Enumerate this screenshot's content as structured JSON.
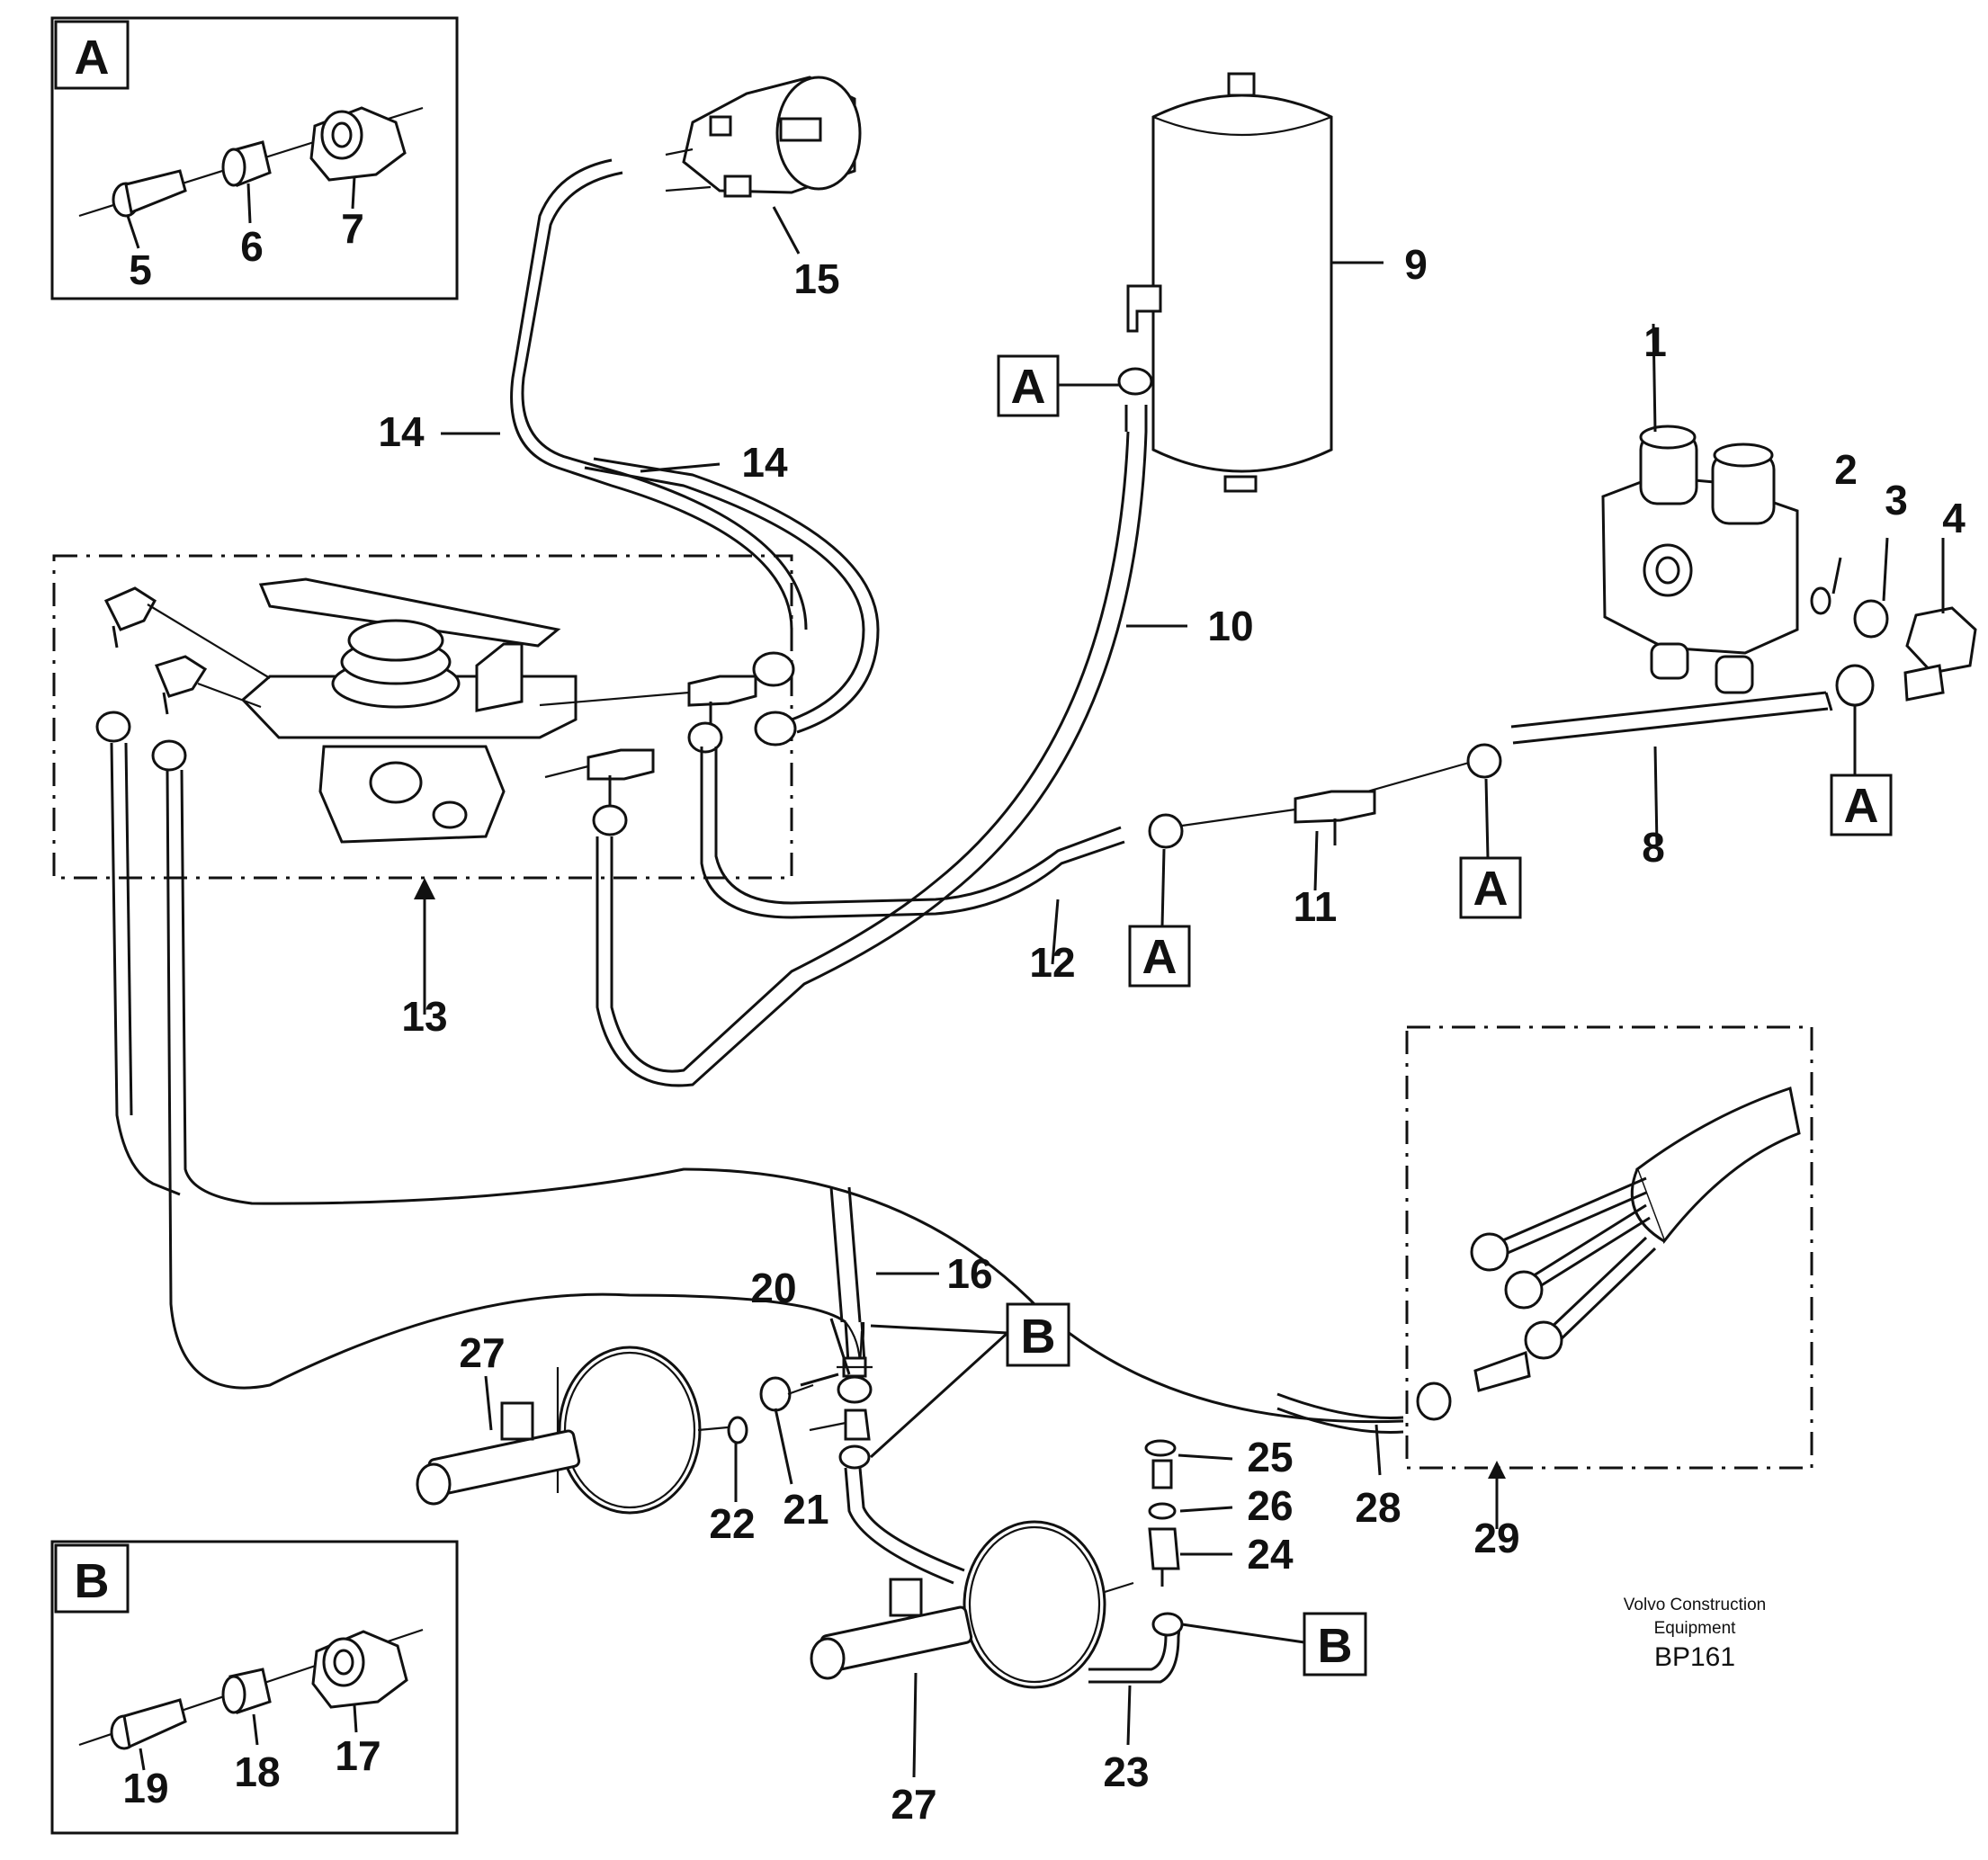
{
  "diagram": {
    "part_numbers": {
      "p1": "1",
      "p2": "2",
      "p3": "3",
      "p4": "4",
      "p5": "5",
      "p6": "6",
      "p7": "7",
      "p8": "8",
      "p9": "9",
      "p10": "10",
      "p11": "11",
      "p12": "12",
      "p13": "13",
      "p14a": "14",
      "p14b": "14",
      "p15": "15",
      "p16": "16",
      "p17": "17",
      "p18": "18",
      "p19": "19",
      "p20": "20",
      "p21": "21",
      "p22": "22",
      "p23": "23",
      "p24": "24",
      "p25": "25",
      "p26": "26",
      "p27a": "27",
      "p27b": "27",
      "p28": "28",
      "p29": "29"
    },
    "detail_a_letter": "A",
    "detail_b_letter": "B",
    "callout_letters": {
      "a_tank": "A",
      "a_valve": "A",
      "a_line8": "A",
      "a_line12": "A",
      "b_upper": "B",
      "b_lower": "B"
    }
  },
  "credit": {
    "line1": "Volvo Construction",
    "line2": "Equipment",
    "code": "BP161"
  }
}
